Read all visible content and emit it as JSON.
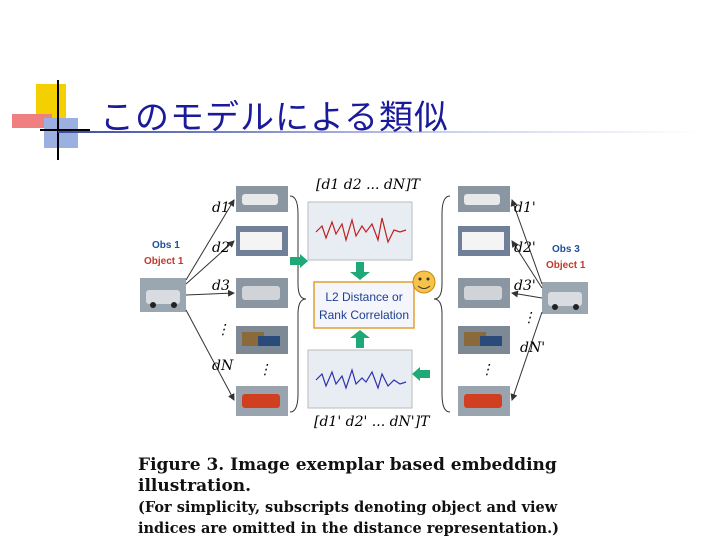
{
  "slide": {
    "title": "このモデルによる類似"
  },
  "figure": {
    "top_vector": "[d1  d2  ...  dN]T",
    "bottom_vector": "[d1'  d2'  ...  dN']T",
    "left_obs": "Obs 1",
    "left_object": "Object 1",
    "right_obs": "Obs 3",
    "right_object": "Object 1",
    "distance_box": "L2 Distance or Rank Correlation",
    "distance_line1": "L2 Distance or",
    "distance_line2": "Rank Correlation",
    "left_labels": [
      "d1",
      "d2",
      "d3",
      "dN"
    ],
    "right_labels": [
      "d1'",
      "d2'",
      "d3'",
      "dN'"
    ],
    "ellipsis_v": "⋮",
    "colors": {
      "title": "#1a1a9a",
      "obs_label": "#1f4f9f",
      "object_label": "#c0392b",
      "red_signal": "#c02020",
      "blue_signal": "#3030b0",
      "green_arrow": "#1fa878",
      "box_border": "#e0a030"
    }
  },
  "caption": {
    "line1": "Figure 3. Image exemplar based embedding illustration.",
    "line2": "(For simplicity, subscripts denoting object and view",
    "line3": "indices are omitted in the distance representation.)"
  }
}
